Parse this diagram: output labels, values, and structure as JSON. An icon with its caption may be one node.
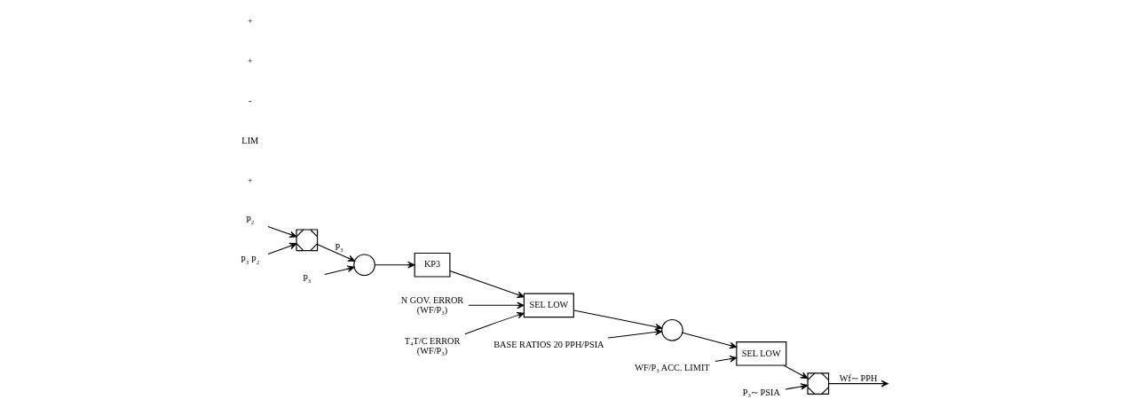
{
  "diagram": {
    "nodes": [
      {
        "text": [
          "P₂"
        ]
      },
      {
        "text": [],
        "shape": "box"
      },
      {
        "text": [
          "P₃ P₂"
        ]
      },
      {
        "text": [
          "P₃"
        ]
      },
      {
        "text": [],
        "shape": "circle"
      },
      {
        "text": [
          "KP3"
        ]
      },
      {
        "text": [
          "N GOV. ERROR",
          "(WF/P₃)"
        ]
      },
      {
        "text": [
          "SEL LOW"
        ]
      },
      {
        "text": [
          "T₄T/C ERROR",
          "(WF/P₃)"
        ]
      },
      {
        "text": [],
        "shape": "circle"
      },
      {
        "text": [
          "BASE RATIOS 20 PPH/PSIA"
        ]
      },
      {
        "text": [
          "SEL LOW"
        ]
      },
      {
        "text": [
          "WF/P₃ ACC. LIMIT"
        ]
      },
      {
        "text": [],
        "shape": "box"
      },
      {
        "text": [
          "P₃∼ PSIA"
        ]
      }
    ],
    "edges": [
      {
        "from": 0,
        "to": 1,
        "arrow": "to"
      },
      {
        "from": 2,
        "to": 1,
        "arrow": "to"
      },
      {
        "from": 1,
        "to": 4,
        "arrow": "to",
        "label": "P₃"
      },
      {
        "from": 3,
        "to": 4,
        "arrow": "to"
      },
      {
        "from": 4,
        "to": 5,
        "arrow": "to"
      },
      {
        "from": 5,
        "to": 7,
        "arrow": "to"
      },
      {
        "from": 6,
        "to": 7,
        "arrow": "to"
      },
      {
        "from": 8,
        "to": 7,
        "arrow": "to"
      },
      {
        "from": 7,
        "to": 9,
        "arrow": "to"
      },
      {
        "from": 10,
        "to": 9,
        "arrow": "to"
      },
      {
        "from": 9,
        "to": 11,
        "arrow": "to"
      },
      {
        "from": 12,
        "to": 11,
        "arrow": "to"
      },
      {
        "from": 11,
        "to": 13,
        "arrow": "to"
      },
      {
        "from": 14,
        "to": 13,
        "arrow": "to"
      },
      {
        "from": 13,
        "to": null,
        "arrow": "to",
        "label": "Wf∼ PPH"
      }
    ],
    "labels": [
      "+",
      "LIM",
      "-",
      "+",
      "+"
    ]
  }
}
